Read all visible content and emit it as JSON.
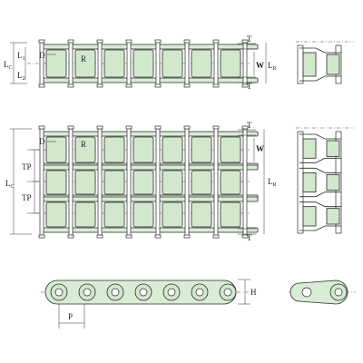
{
  "labels": {
    "Lc": "L",
    "Lc_sub": "C",
    "L1": "L",
    "L1_sub": "1",
    "L2": "L",
    "L2_sub": "2",
    "D": "D",
    "R": "R",
    "T": "T",
    "W": "W",
    "LR": "L",
    "LR_sub": "R",
    "TP": "TP",
    "H": "H",
    "P": "P"
  },
  "colors": {
    "plate": "#d9ecd6",
    "roller": "#d2e8cc",
    "outline": "#2a2a2a"
  }
}
